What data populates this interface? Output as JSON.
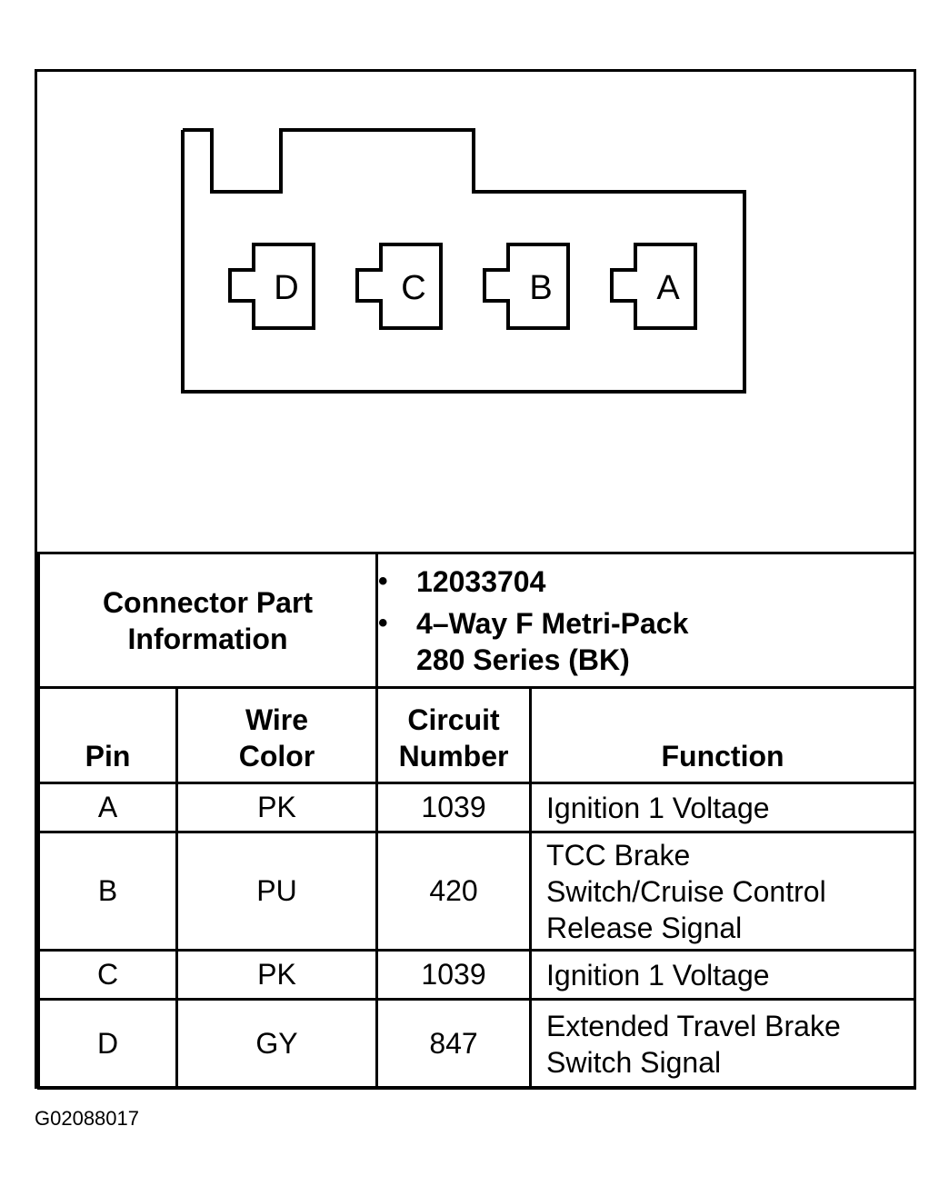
{
  "connector": {
    "cavities": [
      "D",
      "C",
      "B",
      "A"
    ]
  },
  "part_info": {
    "label_line1": "Connector Part",
    "label_line2": "Information",
    "items": [
      {
        "line1": "12033704",
        "line2": ""
      },
      {
        "line1": "4–Way F Metri-Pack",
        "line2": "280 Series (BK)"
      }
    ],
    "bullet": "•"
  },
  "table": {
    "headers": {
      "pin": "Pin",
      "wire_line1": "Wire",
      "wire_line2": "Color",
      "circuit_line1": "Circuit",
      "circuit_line2": "Number",
      "function": "Function"
    },
    "rows": [
      {
        "pin": "A",
        "wire": "PK",
        "circuit": "1039",
        "function": [
          "Ignition 1 Voltage"
        ]
      },
      {
        "pin": "B",
        "wire": "PU",
        "circuit": "420",
        "function": [
          "TCC Brake",
          "Switch/Cruise Control",
          "Release Signal"
        ]
      },
      {
        "pin": "C",
        "wire": "PK",
        "circuit": "1039",
        "function": [
          "Ignition 1 Voltage"
        ]
      },
      {
        "pin": "D",
        "wire": "GY",
        "circuit": "847",
        "function": [
          "Extended Travel Brake",
          "Switch Signal"
        ]
      }
    ]
  },
  "figure_id": "G02088017"
}
